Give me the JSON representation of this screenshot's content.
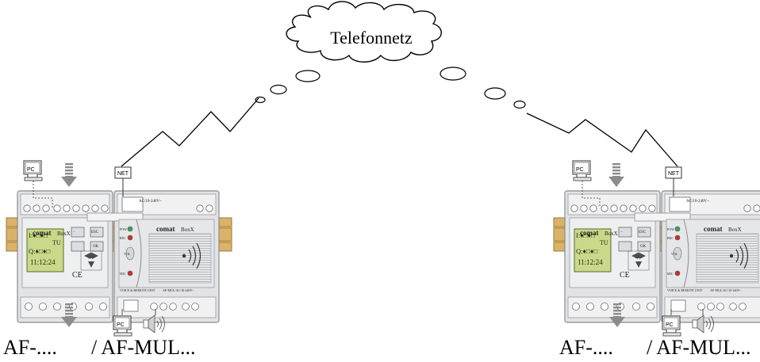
{
  "cloud": {
    "label": "Telefonnetz"
  },
  "left_system": {
    "caption_model": "AF-....",
    "caption_module": "/ AF-MUL...",
    "pc_label_top": "PC",
    "net_label": "NET",
    "pc_label_bottom": "PC",
    "brand": "comat",
    "product": "BoxX",
    "lcd_line1": "I:♦□♦□",
    "lcd_line2": "TU",
    "lcd_line3": "Q:♦□♦□",
    "lcd_line4": "11:12:24",
    "btn_esc": "ESC",
    "btn_ok": "OK",
    "ce_mark": "CE",
    "power_label": "AC/10-240V~",
    "voice_unit": "VOICE & REMOTE UNIT",
    "mul_model": "AF-MUL/AC/10-240V~",
    "pow_led": "POW",
    "rec_led": "REC",
    "vol_label": "VOL",
    "mic_label": "MIC"
  },
  "right_system": {
    "caption_model": "AF-....",
    "caption_module": "/ AF-MUL...",
    "pc_label_top": "PC",
    "net_label": "NET",
    "pc_label_bottom": "PC",
    "brand": "comat",
    "product": "BoxX",
    "lcd_line1": "I:♦□♦□",
    "lcd_line2": "TU",
    "lcd_line3": "Q:♦□♦□",
    "lcd_line4": "11:12:24",
    "btn_esc": "ESC",
    "btn_ok": "OK",
    "ce_mark": "CE",
    "power_label": "AC/10-240V~",
    "voice_unit": "VOICE & REMOTE UNIT",
    "mul_model": "AF-MUL/AC/10-240V~",
    "pow_led": "POW",
    "rec_led": "REC",
    "vol_label": "VOL",
    "mic_label": "MIC"
  },
  "colors": {
    "device_body": "#e2e3e5",
    "device_edge": "#8a8c90",
    "din_rail": "#d9b36a",
    "lcd": "#c8d98a",
    "arrow": "#8c8c8c",
    "led_green": "#3aa357",
    "led_red": "#c9302c"
  }
}
